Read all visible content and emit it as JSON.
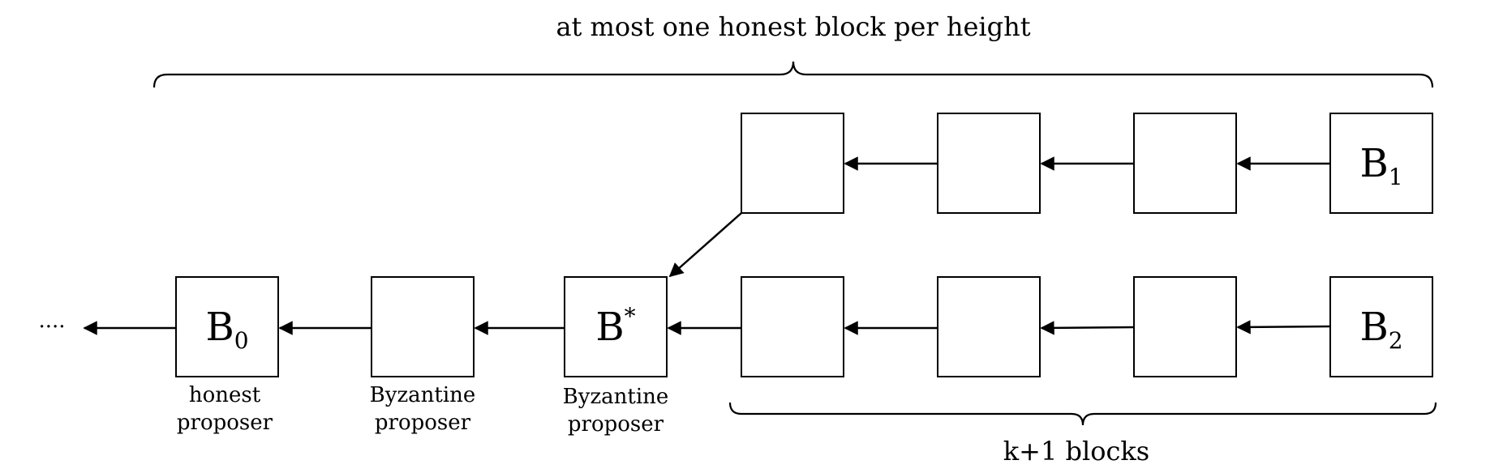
{
  "top_label": "at most one honest block per height",
  "bottom_label": "k+1 blocks",
  "ellipsis": "....",
  "blocks": {
    "b0": {
      "main": "B",
      "sub": "0"
    },
    "bstar": {
      "main": "B",
      "sup": "*"
    },
    "b1": {
      "main": "B",
      "sub": "1"
    },
    "b2": {
      "main": "B",
      "sub": "2"
    }
  },
  "captions": {
    "b0": [
      "honest",
      "proposer"
    ],
    "byz1": [
      "Byzantine",
      "proposer"
    ],
    "byz2": [
      "Byzantine",
      "proposer"
    ]
  }
}
